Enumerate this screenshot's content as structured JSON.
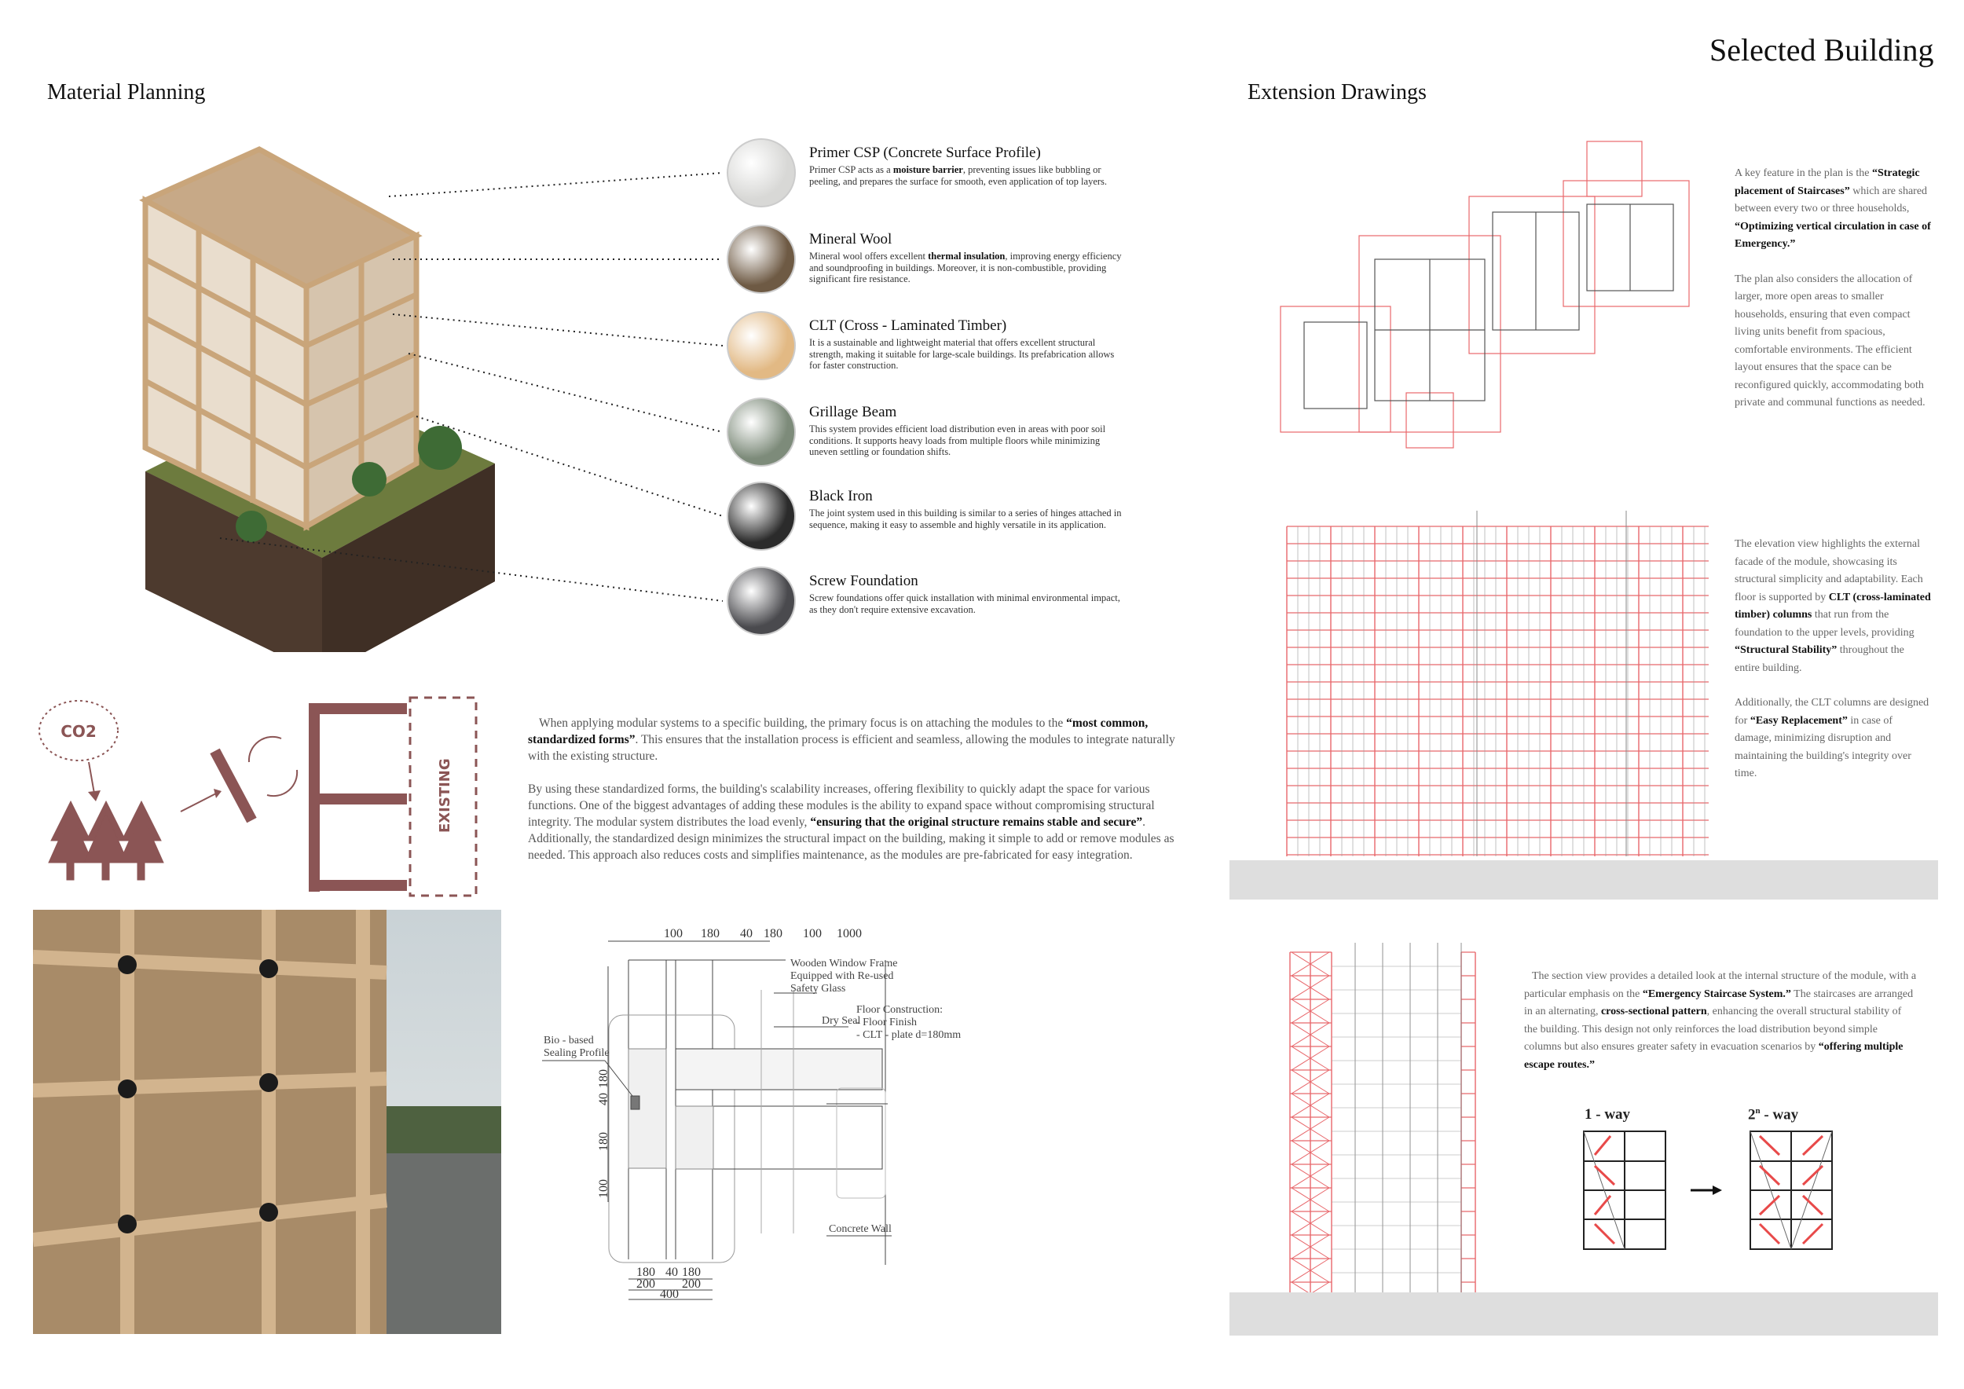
{
  "header": {
    "title": "Selected Building"
  },
  "material_planning": {
    "title": "Material Planning",
    "materials": [
      {
        "name": "Primer CSP (Concrete Surface Profile)",
        "icon": "concrete-texture-icon",
        "color": "#d8d8d6",
        "desc": [
          {
            "t": "Primer CSP acts as a "
          },
          {
            "t": "moisture barrier",
            "b": true
          },
          {
            "t": ", preventing issues like bubbling or peeling, and prepares the surface for smooth, even application of top layers."
          }
        ]
      },
      {
        "name": "Mineral Wool",
        "icon": "mineral-wool-texture-icon",
        "color": "#6e5a44",
        "desc": [
          {
            "t": "Mineral wool offers excellent "
          },
          {
            "t": "thermal insulation",
            "b": true
          },
          {
            "t": ", improving energy efficiency and soundproofing in buildings. Moreover, it is non-combustible, providing significant fire resistance."
          }
        ]
      },
      {
        "name": "CLT (Cross - Laminated Timber)",
        "icon": "timber-texture-icon",
        "color": "#e2b984",
        "desc": [
          {
            "t": "It is a sustainable and lightweight material that offers excellent structural strength, making it suitable for large-scale buildings. Its prefabrication allows for faster construction."
          }
        ]
      },
      {
        "name": "Grillage Beam",
        "icon": "grillage-beam-icon",
        "color": "#7d8b7a",
        "desc": [
          {
            "t": "This system provides efficient load distribution even in areas with poor soil conditions. It supports heavy loads from multiple floors while minimizing uneven settling or foundation shifts."
          }
        ]
      },
      {
        "name": "Black Iron",
        "icon": "black-iron-icon",
        "color": "#2b2b2b",
        "desc": [
          {
            "t": "The joint system used in this building is similar to a series of hinges attached in sequence, making it easy to assemble and highly versatile in its application."
          }
        ]
      },
      {
        "name": "Screw Foundation",
        "icon": "screw-foundation-icon",
        "color": "#4a4a4e",
        "desc": [
          {
            "t": "Screw foundations offer quick installation with minimal environmental impact, as they don't require extensive excavation."
          }
        ]
      }
    ]
  },
  "diagram": {
    "co2_label": "CO2",
    "existing_label": "EXISTING",
    "accent": "#8b5555"
  },
  "modular_text": [
    [
      {
        "t": "When applying modular systems to a specific building, the primary focus is on attaching the modules to the "
      },
      {
        "t": "“most common, standardized forms”",
        "b": true
      },
      {
        "t": ". This ensures that the installation process is efficient and seamless, allowing the modules to integrate naturally with the existing structure."
      }
    ],
    [
      {
        "t": "By using these standardized forms, the building's scalability increases, offering flexibility to quickly adapt the space for various functions. One of the biggest advantages of adding these modules is the ability to expand space without compromising structural integrity. The modular system distributes the load evenly, "
      },
      {
        "t": "“ensuring that the original structure remains stable and secure”",
        "b": true
      },
      {
        "t": ". Additionally, the standardized design minimizes the structural impact on the building, making it simple to add or remove modules as needed. This approach also reduces costs and simplifies maintenance, as the modules are pre-fabricated for easy integration."
      }
    ]
  ],
  "detail": {
    "top_dims": [
      "100",
      "180",
      "40",
      "180",
      "100",
      "1000"
    ],
    "left_dims": [
      "180",
      "40",
      "180",
      "100"
    ],
    "bottom_dims_1": [
      "180",
      "40",
      "180"
    ],
    "bottom_dims_2": [
      "200",
      "200"
    ],
    "bottom_total": "400",
    "labels": {
      "window_1": "Wooden Window Frame",
      "window_2": "Equipped with Re-used",
      "window_3": "Safety Glass",
      "dry_seal": "Dry Seal",
      "floor_1": "Floor Construction:",
      "floor_2": "- Floor Finish",
      "floor_3": "- CLT - plate d=180mm",
      "bio_1": "Bio - based",
      "bio_2": "Sealing Profile",
      "concrete": "Concrete Wall"
    }
  },
  "extension": {
    "title": "Extension Drawings",
    "plan_text": [
      [
        {
          "t": "A key feature in the plan is the "
        },
        {
          "t": "“Strategic placement of Staircases”",
          "b": true
        },
        {
          "t": " which are shared between every two or three households, "
        },
        {
          "t": "“Optimizing vertical circulation in case of Emergency.”",
          "b": true
        }
      ],
      [
        {
          "t": "The plan also considers the allocation of larger, more open areas to smaller households, ensuring that even compact living units benefit from spacious, comfortable environments. The efficient layout ensures that the space can be reconfigured quickly, accommodating both private and communal functions as needed."
        }
      ]
    ],
    "elevation_text": [
      [
        {
          "t": "The elevation view highlights the external facade of the module, showcasing its structural simplicity and adaptability. Each floor is supported by "
        },
        {
          "t": "CLT (cross-laminated timber) columns",
          "b": true
        },
        {
          "t": " that run from the foundation to the upper levels, providing "
        },
        {
          "t": "“Structural Stability”",
          "b": true
        },
        {
          "t": " throughout the entire building."
        }
      ],
      [
        {
          "t": "Additionally, the CLT columns are designed for "
        },
        {
          "t": "“Easy Replacement”",
          "b": true
        },
        {
          "t": " in case of damage, minimizing disruption and maintaining the building's integrity over time."
        }
      ]
    ],
    "section_text": [
      [
        {
          "t": "The section view provides a detailed look at the internal structure of the module, with a particular emphasis on the "
        },
        {
          "t": "“Emergency Staircase System.”",
          "b": true
        },
        {
          "t": " The staircases are arranged in an alternating, "
        },
        {
          "t": "cross-sectional pattern",
          "b": true
        },
        {
          "t": ", enhancing the overall structural stability of the building. This design not only reinforces the load distribution beyond simple columns but also ensures greater safety in evacuation scenarios by "
        },
        {
          "t": "“offering multiple escape routes.”",
          "b": true
        }
      ]
    ],
    "one_way": "1 - way",
    "n_way_base": "2",
    "n_way_sup": "n",
    "n_way_rest": " - way",
    "drawing_red": "#e8676b"
  }
}
